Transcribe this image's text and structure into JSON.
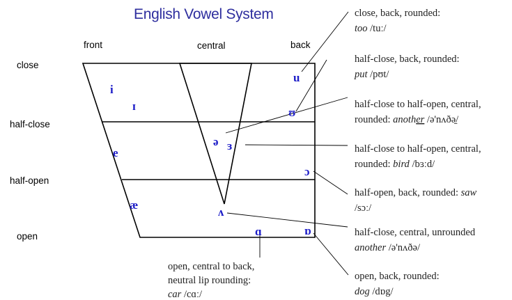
{
  "title": "English Vowel System",
  "columns": {
    "front": "front",
    "central": "central",
    "back": "back"
  },
  "rows": {
    "close": "close",
    "half_close": "half-close",
    "half_open": "half-open",
    "open": "open"
  },
  "symbols": {
    "i": "i",
    "ih": "ɪ",
    "e": "e",
    "ae": "æ",
    "schwa": "ə",
    "er": "ɜ",
    "wedge": "ʌ",
    "a_open": "ɑ",
    "u": "u",
    "uh": "ʊ",
    "open_o": "ɔ",
    "turned_a": "ɒ"
  },
  "notes": {
    "n1": {
      "line1": "close, back, rounded:",
      "example": "too",
      "ipa": "/tuː/"
    },
    "n2": {
      "line1": "half-close, back, rounded:",
      "example": "put",
      "ipa": "/pʊt/"
    },
    "n3": {
      "line1": "half-close to half-open, central,",
      "pre": "rounded: ",
      "example_a": "anoth",
      "example_b": "er",
      "ipa": "/ə'nʌðə̠/"
    },
    "n4": {
      "line1": "half-close to half-open, central,",
      "pre": "rounded: ",
      "example": "bird",
      "ipa": "/bɜːd/"
    },
    "n5": {
      "line1": "half-open, back, rounded: ",
      "example": "saw",
      "ipa": "/sɔː/"
    },
    "n6": {
      "line1": "half-close, central, unrounded",
      "example": "another",
      "ipa": "/ə'nʌðə/"
    },
    "n7": {
      "line1": "open, back, rounded:",
      "example": "dog",
      "ipa": "/dɒg/"
    },
    "n8": {
      "line1": "open, central to back,",
      "line2": "neutral lip rounding:",
      "example": "car",
      "ipa": "/cɑː/"
    }
  }
}
